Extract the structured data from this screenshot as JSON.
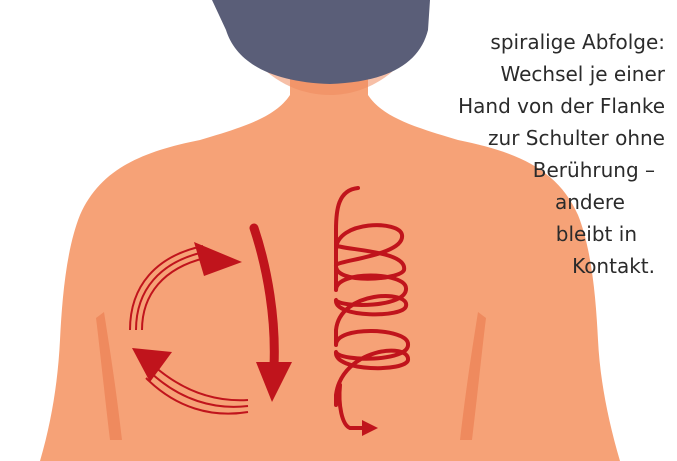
{
  "caption": {
    "lines": [
      "spiralige Abfolge:",
      "Wechsel je einer",
      "Hand von der Flanke",
      "zur Schulter ohne",
      "Berührung –",
      "andere",
      "bleibt in",
      "Kontakt."
    ]
  },
  "colors": {
    "skin": "#f6a277",
    "skin_shadow": "#ef8a5e",
    "hair": "#5a5e78",
    "arrow_red": "#c0141c",
    "text": "#2b2b2b",
    "background": "#ffffff"
  },
  "icons": {
    "circular_motion": "curved-arrows-icon",
    "downward_stroke": "down-arrow-icon",
    "spiral_motion": "spiral-arrow-icon"
  }
}
